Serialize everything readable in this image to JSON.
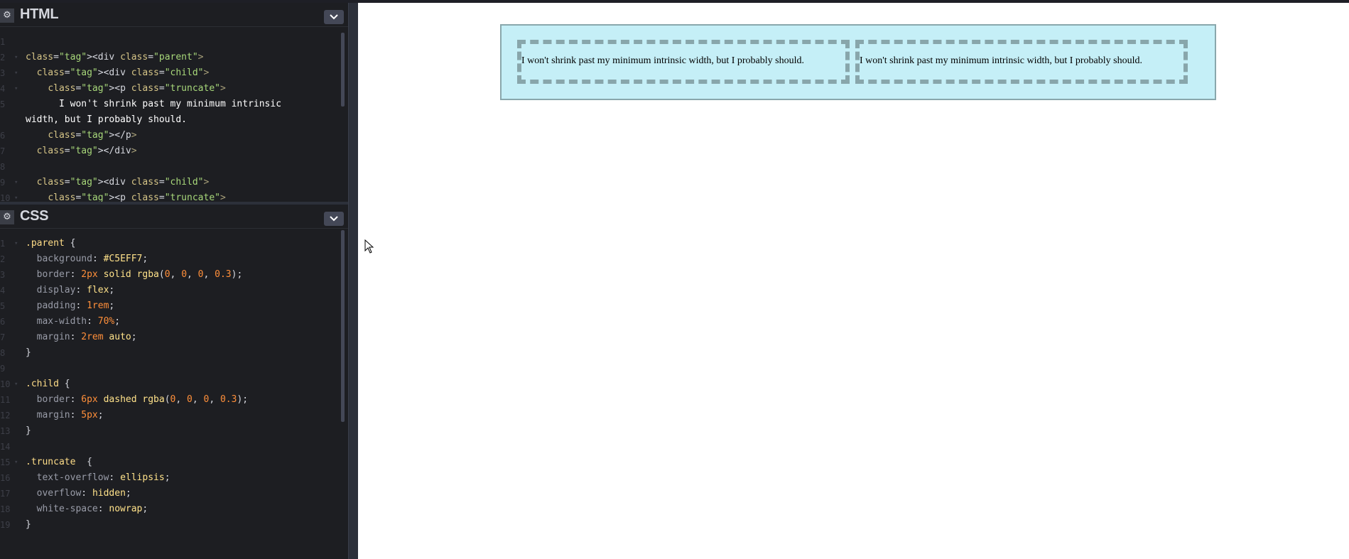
{
  "html_pane": {
    "title": "HTML",
    "lines": [
      {
        "n": "1",
        "fold": "",
        "text": ""
      },
      {
        "n": "2",
        "fold": "▾",
        "text": "<div class=\"parent\">"
      },
      {
        "n": "3",
        "fold": "▾",
        "text": "  <div class=\"child\">"
      },
      {
        "n": "4",
        "fold": "▾",
        "text": "    <p class=\"truncate\">"
      },
      {
        "n": "5",
        "fold": "",
        "text": "      I won't shrink past my minimum intrinsic width, but I probably should."
      },
      {
        "n": "6",
        "fold": "",
        "text": "    </p>"
      },
      {
        "n": "7",
        "fold": "",
        "text": "  </div>"
      },
      {
        "n": "8",
        "fold": "",
        "text": ""
      },
      {
        "n": "9",
        "fold": "▾",
        "text": "  <div class=\"child\">"
      },
      {
        "n": "10",
        "fold": "▾",
        "text": "    <p class=\"truncate\">"
      }
    ]
  },
  "css_pane": {
    "title": "CSS",
    "lines": [
      {
        "n": "1",
        "fold": "▾",
        "text": ".parent {"
      },
      {
        "n": "2",
        "fold": "",
        "text": "  background: #C5EFF7;"
      },
      {
        "n": "3",
        "fold": "",
        "text": "  border: 2px solid rgba(0, 0, 0, 0.3);"
      },
      {
        "n": "4",
        "fold": "",
        "text": "  display: flex;"
      },
      {
        "n": "5",
        "fold": "",
        "text": "  padding: 1rem;"
      },
      {
        "n": "6",
        "fold": "",
        "text": "  max-width: 70%;"
      },
      {
        "n": "7",
        "fold": "",
        "text": "  margin: 2rem auto;"
      },
      {
        "n": "8",
        "fold": "",
        "text": "}"
      },
      {
        "n": "9",
        "fold": "",
        "text": ""
      },
      {
        "n": "10",
        "fold": "▾",
        "text": ".child {"
      },
      {
        "n": "11",
        "fold": "",
        "text": "  border: 6px dashed rgba(0, 0, 0, 0.3);"
      },
      {
        "n": "12",
        "fold": "",
        "text": "  margin: 5px;"
      },
      {
        "n": "13",
        "fold": "",
        "text": "}"
      },
      {
        "n": "14",
        "fold": "",
        "text": ""
      },
      {
        "n": "15",
        "fold": "▾",
        "text": ".truncate  {"
      },
      {
        "n": "16",
        "fold": "",
        "text": "  text-overflow: ellipsis;"
      },
      {
        "n": "17",
        "fold": "",
        "text": "  overflow: hidden;"
      },
      {
        "n": "18",
        "fold": "",
        "text": "  white-space: nowrap;"
      },
      {
        "n": "19",
        "fold": "",
        "text": "}"
      }
    ]
  },
  "preview": {
    "child_text_1": "I won't shrink past my minimum intrinsic width, but I probably should.",
    "child_text_2": "I won't shrink past my minimum intrinsic width, but I probably should."
  },
  "icons": {
    "settings": "gear-icon",
    "collapse": "chevron-down-icon",
    "cursor": "mouse-pointer-icon"
  },
  "colors": {
    "editor_bg": "#1d1e22",
    "parent_bg": "#C5EFF7",
    "child_border": "rgba(0, 0, 0, 0.3)"
  }
}
